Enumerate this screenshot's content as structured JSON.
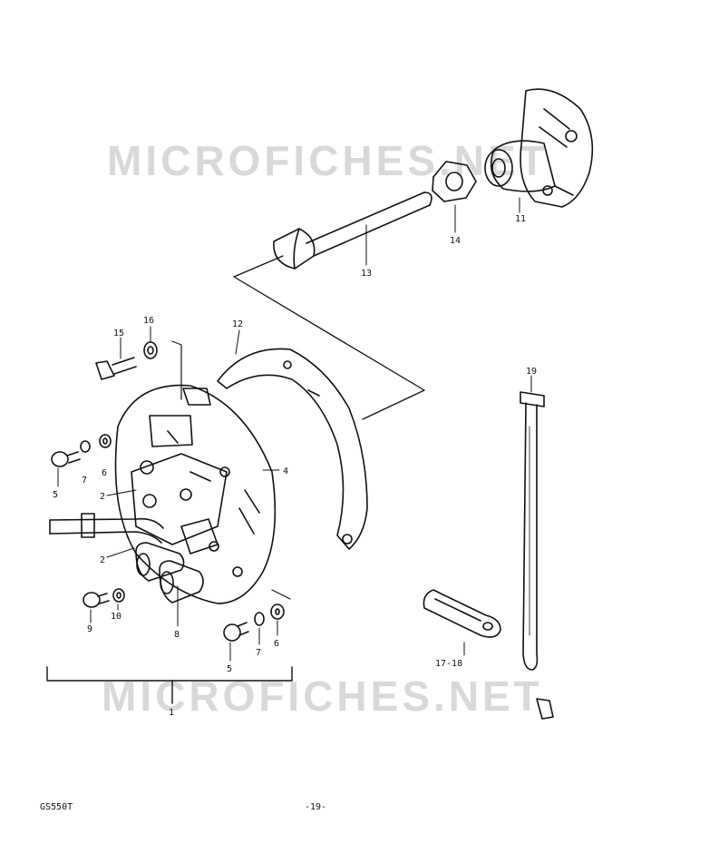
{
  "watermark": {
    "text": "MICROFICHES.NET"
  },
  "footer": {
    "model": "GS550T",
    "page": "-19-"
  },
  "callouts": {
    "p1": "1",
    "p2a": "2",
    "p2b": "2",
    "p4": "4",
    "p5a": "5",
    "p5b": "5",
    "p6a": "6",
    "p6b": "6",
    "p7a": "7",
    "p7b": "7",
    "p8": "8",
    "p9": "9",
    "p10": "10",
    "p11": "11",
    "p12": "12",
    "p13": "13",
    "p14": "14",
    "p15": "15",
    "p16": "16",
    "p1718": "17-18",
    "p19": "19"
  },
  "colors": {
    "ink": "#111111",
    "watermark": "#d9d9d9",
    "paper": "#ffffff"
  }
}
